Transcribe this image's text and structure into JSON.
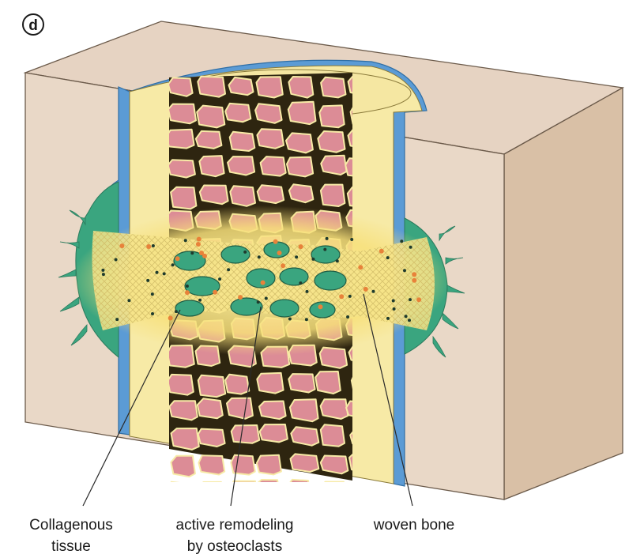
{
  "panel_label": "d",
  "labels": {
    "collagenous_line1": "Collagenous",
    "collagenous_line2": "tissue",
    "remodeling_line1": "active remodeling",
    "remodeling_line2": "by osteoclasts",
    "woven_bone": "woven bone"
  },
  "colors": {
    "bone_block_front": "#e8d6c4",
    "bone_block_top": "#e6d3c2",
    "bone_block_side": "#dcc4ab",
    "periosteum": "#5b9bd5",
    "marrow_yellow": "#f7eaa6",
    "trabecula_pink": "#dc8c96",
    "callus_green": "#3aa57f",
    "osteoclast_orange": "#e8823a"
  }
}
